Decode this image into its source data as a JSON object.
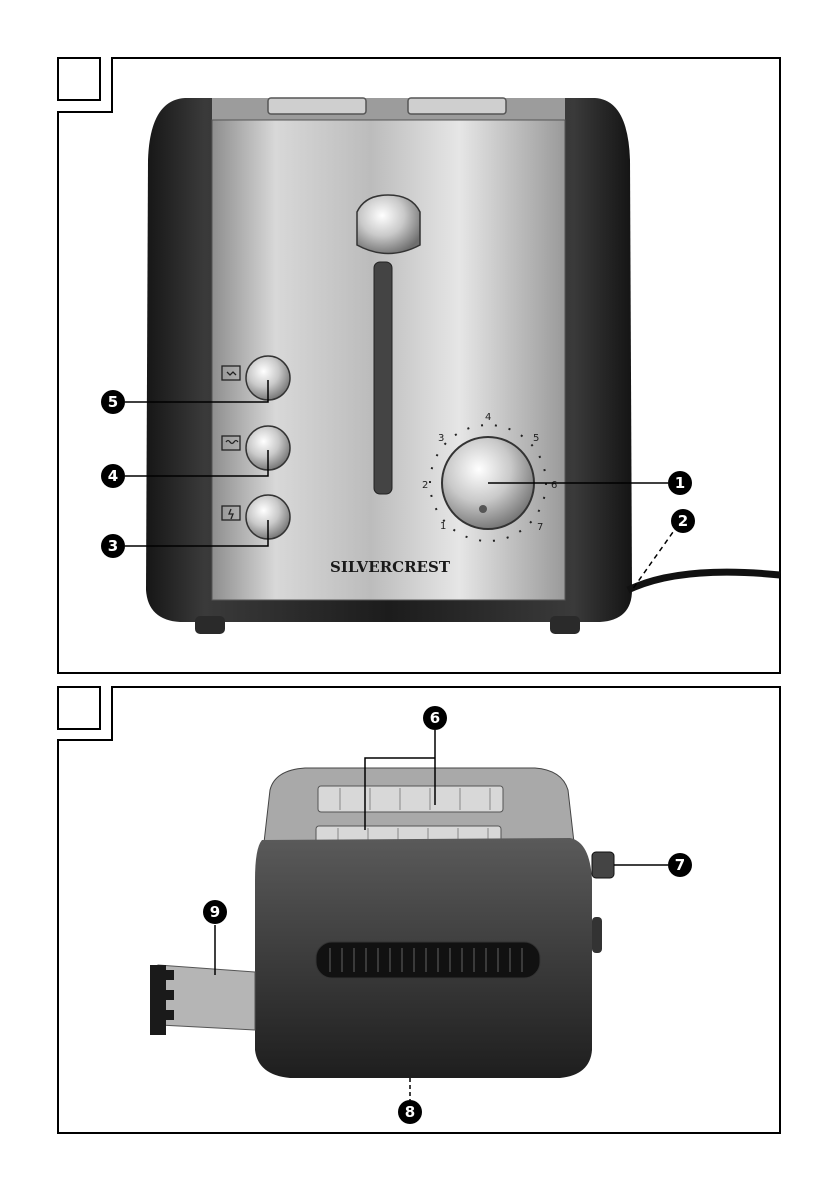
{
  "brand": {
    "text_main": "SILVER",
    "text_second": "CREST"
  },
  "dial": {
    "numbers": [
      "1",
      "2",
      "3",
      "4",
      "5",
      "6",
      "7"
    ]
  },
  "callouts": [
    "1",
    "2",
    "3",
    "4",
    "5",
    "6",
    "7",
    "8",
    "9"
  ]
}
